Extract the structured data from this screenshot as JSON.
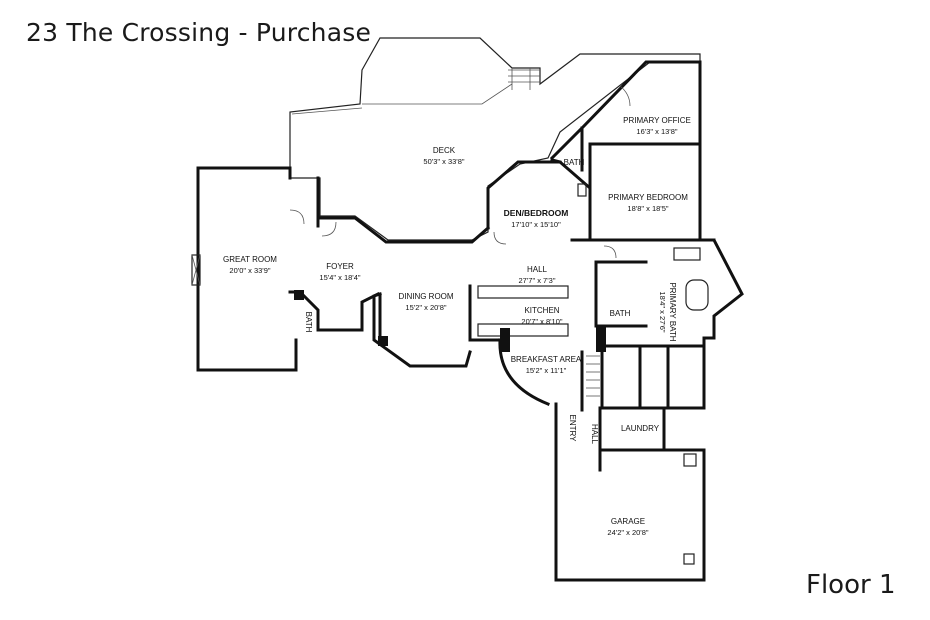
{
  "title": "23 The Crossing - Purchase",
  "floor_label": "Floor 1",
  "rooms": {
    "deck": {
      "name": "DECK",
      "dim": "50'3\" x 33'8\""
    },
    "great_room": {
      "name": "GREAT ROOM",
      "dim": "20'0\" x 33'9\""
    },
    "foyer": {
      "name": "FOYER",
      "dim": "15'4\" x 18'4\""
    },
    "bath_left": {
      "name": "BATH"
    },
    "dining_room": {
      "name": "DINING ROOM",
      "dim": "15'2\" x 20'8\""
    },
    "den_bedroom": {
      "name": "DEN/BEDROOM",
      "dim": "17'10\" x 15'10\""
    },
    "hall": {
      "name": "HALL",
      "dim": "27'7\" x 7'3\""
    },
    "kitchen": {
      "name": "KITCHEN",
      "dim": "20'7\" x 8'10\""
    },
    "breakfast_area": {
      "name": "BREAKFAST AREA",
      "dim": "15'2\" x 11'1\""
    },
    "primary_office": {
      "name": "PRIMARY OFFICE",
      "dim": "16'3\" x 13'8\""
    },
    "bath_top": {
      "name": "BATH"
    },
    "primary_bedroom": {
      "name": "PRIMARY BEDROOM",
      "dim": "18'8\" x 18'5\""
    },
    "primary_bath": {
      "name": "PRIMARY BATH",
      "dim": "18'4\" x 27'6\""
    },
    "bath_mid": {
      "name": "BATH"
    },
    "entry": {
      "name": "ENTRY"
    },
    "hall_small": {
      "name": "HALL"
    },
    "laundry": {
      "name": "LAUNDRY"
    },
    "garage": {
      "name": "GARAGE",
      "dim": "24'2\" x 20'8\""
    }
  }
}
